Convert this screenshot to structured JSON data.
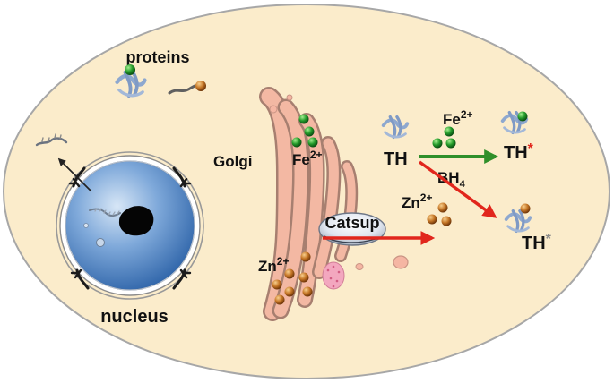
{
  "colors": {
    "cell_fill": "#fbeccb",
    "cell_stroke": "#a7a7a7",
    "nucleus": "#4f86c3",
    "golgi": "#f3b8a3",
    "iron_ion": "#239a2a",
    "zinc_ion": "#c57626",
    "arrow_green": "#2f8f2a",
    "arrow_red": "#e1261c",
    "asterisk_red": "#e1261c",
    "asterisk_grey": "#8a8a8a"
  },
  "labels": {
    "proteins": "proteins",
    "nucleus": "nucleus",
    "golgi": "Golgi",
    "golgi_iron_base": "Fe",
    "golgi_iron_charge": "2+",
    "golgi_zinc_base": "Zn",
    "golgi_zinc_charge": "2+",
    "catsup": "Catsup",
    "cyto_iron_base": "Fe",
    "cyto_iron_charge": "2+",
    "cyto_zinc_base": "Zn",
    "cyto_zinc_charge": "2+",
    "th": "TH",
    "bh4_base": "BH",
    "bh4_subscript": "4",
    "th_iron_product": "TH",
    "th_zinc_product": "TH",
    "asterisk": "*"
  },
  "icons": [
    "cell-membrane",
    "nucleus",
    "golgi-apparatus",
    "catsup-transporter",
    "protein-icon",
    "iron-ion",
    "zinc-ion",
    "green-arrow",
    "red-arrow"
  ]
}
